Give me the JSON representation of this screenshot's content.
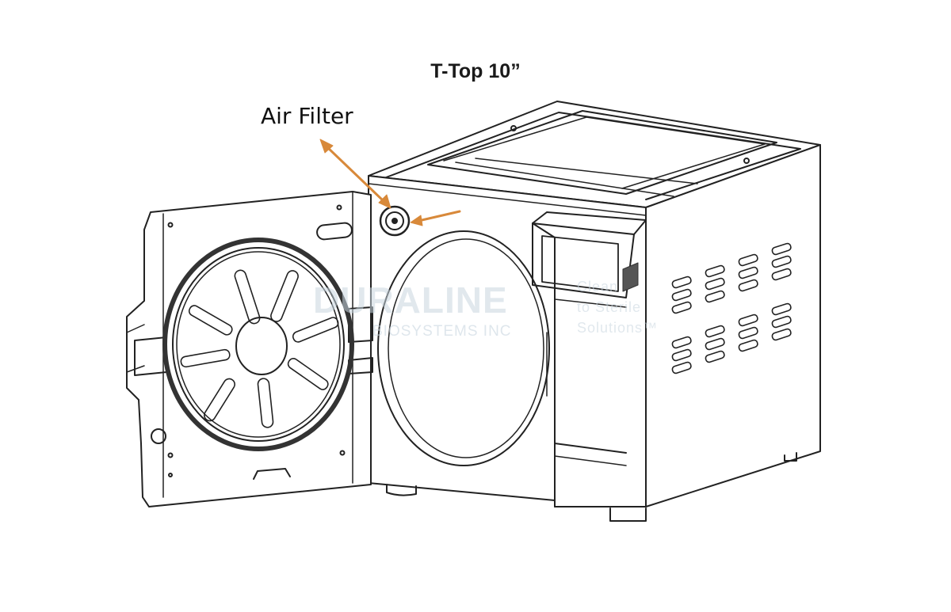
{
  "diagram": {
    "title": "T-Top 10”",
    "callout_label": "Air Filter",
    "colors": {
      "outline": "#222222",
      "arrow": "#d8893a",
      "watermark": "#c9d6e0"
    }
  },
  "watermark": {
    "brand": "DURALINE",
    "subtitle": "BIOSYSTEMS INC",
    "tagline_1": "Clean",
    "tagline_2": "to Sterile",
    "tagline_3": "Solutions™"
  }
}
